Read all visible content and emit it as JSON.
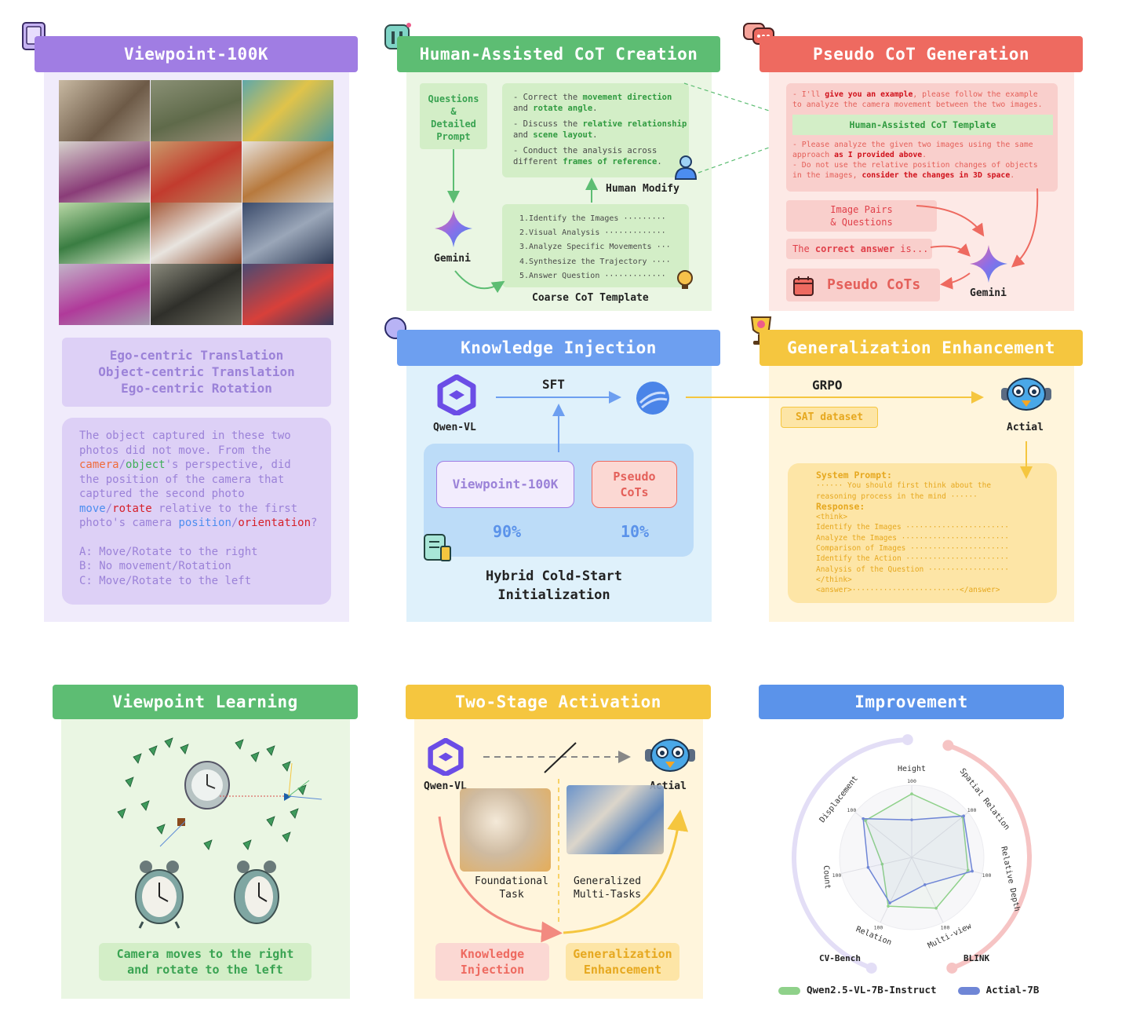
{
  "viewpoint100k": {
    "title": "Viewpoint-100K",
    "categories": [
      "Ego-centric Translation",
      "Object-centric Translation",
      "Ego-centric Rotation"
    ],
    "question": {
      "line1": "The object captured in these two",
      "line2": "photos did not move. From the",
      "camera": "camera",
      "slash1": "/",
      "object": "object",
      "line3_rest": "'s perspective, did",
      "line4": "the position of the camera that",
      "line5": "captured the second photo",
      "move": "move",
      "slash2": "/",
      "rotate": "rotate",
      "line6_rest": " relative to the first",
      "line7_pre": "photo's camera ",
      "position": "position",
      "slash3": "/",
      "orientation": "orientation",
      "qmark": "?",
      "optionA": "A: Move/Rotate to the right",
      "optionB": "B: No movement/Rotation",
      "optionC": "C: Move/Rotate to the left"
    }
  },
  "human_cot": {
    "title": "Human-Assisted CoT Creation",
    "questions_box": [
      "Questions",
      "&",
      "Detailed",
      "Prompt"
    ],
    "gemini": "Gemini",
    "human_modify": "Human Modify",
    "coarse_template": "Coarse CoT Template",
    "notes": {
      "n1_a": "- Correct the ",
      "n1_b": "movement direction",
      "n1_c": "and ",
      "n1_d": "rotate angle",
      "n1_e": ".",
      "n2_a": "- Discuss the ",
      "n2_b": "relative relationship",
      "n2_c": "and ",
      "n2_d": "scene layout",
      "n2_e": ".",
      "n3_a": "- Conduct the analysis across",
      "n3_b": "different ",
      "n3_c": "frames of reference",
      "n3_d": "."
    },
    "steps": [
      "1.Identify the Images ·········",
      "2.Visual Analysis ·············",
      "3.Analyze Specific Movements ···",
      "4.Synthesize the Trajectory ····",
      "5.Answer Question ·············"
    ]
  },
  "pseudo_cot": {
    "title": "Pseudo CoT Generation",
    "p1_a": "- I'll ",
    "p1_b": "give you an example",
    "p1_c": ", please follow the example",
    "p1_d": "to analyze the camera movement between the two images.",
    "template": "Human-Assisted CoT Template",
    "p2_a": "- Please analyze the given two images using the same",
    "p2_b": "approach ",
    "p2_c": "as I provided above",
    "p2_d": ".",
    "p3_a": "- Do not use the relative position changes of objects",
    "p3_b": "in the images, ",
    "p3_c": "consider the changes in 3D space",
    "p3_d": ".",
    "image_pairs": [
      "Image Pairs",
      "& Questions"
    ],
    "answer_a": "The ",
    "answer_b": "correct answer",
    "answer_c": " is...",
    "pseudo_cots": "Pseudo CoTs",
    "gemini": "Gemini"
  },
  "knowledge": {
    "title": "Knowledge Injection",
    "qwen": "Qwen-VL",
    "sft": "SFT",
    "viewpoint": "Viewpoint-100K",
    "pseudo": [
      "Pseudo",
      "CoTs"
    ],
    "pct_viewpoint": "90%",
    "pct_pseudo": "10%",
    "hybrid": [
      "Hybrid Cold-Start",
      "Initialization"
    ]
  },
  "generalization": {
    "title": "Generalization Enhancement",
    "grpo": "GRPO",
    "sat": "SAT dataset",
    "actial": "Actial",
    "prompt": {
      "sys": "System Prompt:",
      "sys1": "······ You should first think about the",
      "sys2": "reasoning process in the mind ······",
      "resp": "Response:",
      "lines": [
        "<think>",
        "Identify the Images ·······················",
        "Analyze the Images ························",
        "Comparison of Images ······················",
        "Identify the Action ·······················",
        "Analysis of the Question ··················",
        "</think>",
        "<answer>························</answer>"
      ]
    }
  },
  "viewpoint_learning": {
    "title": "Viewpoint Learning",
    "caption": [
      "Camera moves to the right",
      "and rotate to the left"
    ]
  },
  "two_stage": {
    "title": "Two-Stage Activation",
    "qwen": "Qwen-VL",
    "actial": "Actial",
    "foundational": [
      "Foundational",
      "Task"
    ],
    "generalized": [
      "Generalized",
      "Multi-Tasks"
    ],
    "knowledge": [
      "Knowledge",
      "Injection"
    ],
    "generalization": [
      "Generalization",
      "Enhancement"
    ]
  },
  "improvement": {
    "title": "Improvement",
    "cv_bench": "CV-Bench",
    "blink": "BLINK",
    "legend": [
      "Qwen2.5-VL-7B-Instruct",
      "Actial-7B"
    ]
  },
  "chart_data": {
    "type": "radar",
    "axes": [
      "Height",
      "Spatial Relation",
      "Relative Depth",
      "Multi-view",
      "Relation",
      "Count",
      "Displacement"
    ],
    "max_labels": [
      "100",
      "100",
      "100",
      "100",
      "100",
      "100",
      "100"
    ],
    "series": [
      {
        "name": "Qwen2.5-VL-7B-Instruct",
        "color": "#8fd18a",
        "values": [
          0.88,
          0.9,
          0.8,
          0.78,
          0.75,
          0.42,
          0.82
        ]
      },
      {
        "name": "Actial-7B",
        "color": "#6f86d6",
        "values": [
          0.52,
          0.92,
          0.86,
          0.42,
          0.7,
          0.62,
          0.86
        ]
      }
    ]
  },
  "colors": {
    "purple": "#a07de3",
    "green": "#5dbd73",
    "red": "#ee6a60",
    "blue": "#6d9ff0",
    "yellow": "#f5c63f",
    "improve_blue": "#5b93ea"
  }
}
